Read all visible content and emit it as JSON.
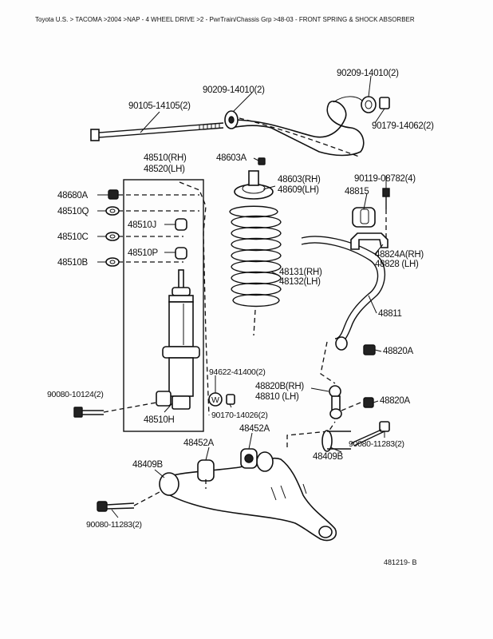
{
  "header": {
    "breadcrumb": "Toyota U.S. > TACOMA >2004 >NAP - 4 WHEEL DRIVE >2 - PwrTrain/Chassis Grp >48-03 - FRONT SPRING & SHOCK ABSORBER"
  },
  "figure_ref": "481219- B",
  "part_labels": {
    "p90209_top": "90209-14010(2)",
    "p90209_mid": "90209-14010(2)",
    "p90105": "90105-14105(2)",
    "p90179": "90179-14062(2)",
    "p48510_rh": "48510(RH)",
    "p48520_lh": "48520(LH)",
    "p48603a": "48603A",
    "p48603_rh": "48603(RH)",
    "p48609_lh": "48609(LH)",
    "p90119": "90119-08782(4)",
    "p48815": "48815",
    "p48680a": "48680A",
    "p48510q": "48510Q",
    "p48510j": "48510J",
    "p48510c": "48510C",
    "p48510p": "48510P",
    "p48510b": "48510B",
    "p48824a_rh": "48824A(RH)",
    "p48828_lh": "48828 (LH)",
    "p48131_rh": "48131(RH)",
    "p48132_lh": "48132(LH)",
    "p48811": "48811",
    "p48820a_1": "48820A",
    "p94622": "94622-41400(2)",
    "p48820b_rh": "48820B(RH)",
    "p48810_lh": "48810 (LH)",
    "p90080_10124": "90080-10124(2)",
    "p48820a_2": "48820A",
    "p48510h": "48510H",
    "p90170": "90170-14026(2)",
    "p48452a_1": "48452A",
    "p48452a_2": "48452A",
    "p90080_11283_r": "90080-11283(2)",
    "p48409b_r": "48409B",
    "p48409b_l": "48409B",
    "p90080_11283_l": "90080-11283(2)"
  }
}
